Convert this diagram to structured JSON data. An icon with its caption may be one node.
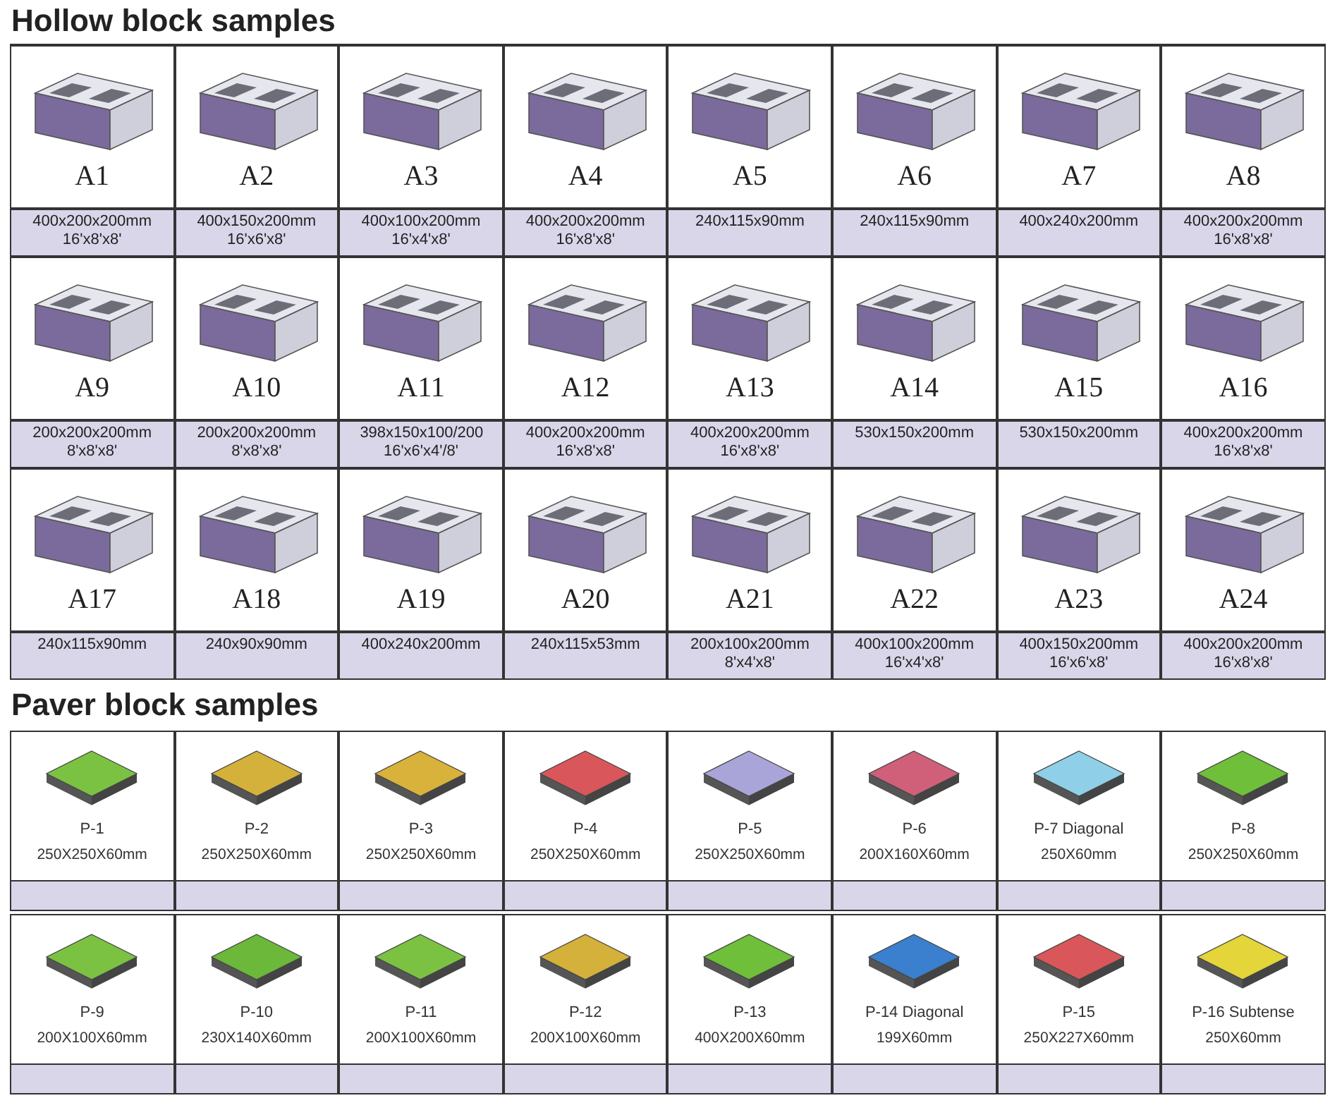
{
  "diagram": {
    "labels": [
      "Hollow block samples",
      "A1",
      "A2",
      "A3",
      "A4",
      "A5",
      "A6",
      "A7",
      "A8",
      "400x200x200mm 16'x8'x8'",
      "400x150x200mm 16'x6'x8'",
      "400x100x200mm 16'x4'x8'",
      "400x200x200mm 16'x8'x8'",
      "240x115x90mm",
      "240x115x90mm",
      "400x240x200mm",
      "400x200x200mm 16'x8'x8'",
      "A9",
      "A10",
      "A11",
      "A12",
      "A13",
      "A14",
      "A15",
      "A16",
      "200x200x200mm 8'x8'x8'",
      "200x200x200mm 8'x8'x8'",
      "398x150x100/200 16'x6'x4'/8'",
      "400x200x200mm 16'x8'x8'",
      "400x200x200mm 16'x8'x8'",
      "530x150x200mm",
      "530x150x200mm",
      "400x200x200mm 16'x8'x8'",
      "A17",
      "A18",
      "A19",
      "A20",
      "A21",
      "A22",
      "A23",
      "A24",
      "240x115x90mm",
      "240x90x90mm",
      "400x240x200mm",
      "240x115x53mm",
      "200x100x200mm 8'x4'x8'",
      "400x100x200mm 16'x4'x8'",
      "400x150x200mm 16'x6'x8'",
      "400x200x200mm 16'x8'x8'",
      "Paver block samples",
      "P-1",
      "250X250X60mm",
      "P-2",
      "250X250X60mm",
      "P-3",
      "250X250X60mm",
      "P-4",
      "250X250X60mm",
      "P-5",
      "250X250X60mm",
      "P-6",
      "200X160X60mm",
      "P-7 Diagonal",
      "250X60mm",
      "P-8",
      "250X250X60mm",
      "P-9",
      "200X100X60mm",
      "P-10",
      "230X140X60mm",
      "P-11",
      "200X100X60mm",
      "P-12",
      "200X100X60mm",
      "P-13",
      "400X200X60mm",
      "P-14 Diagonal",
      "199X60mm",
      "P-15",
      "250X227X60mm",
      "P-16 Subtense",
      "250X60mm"
    ]
  }
}
